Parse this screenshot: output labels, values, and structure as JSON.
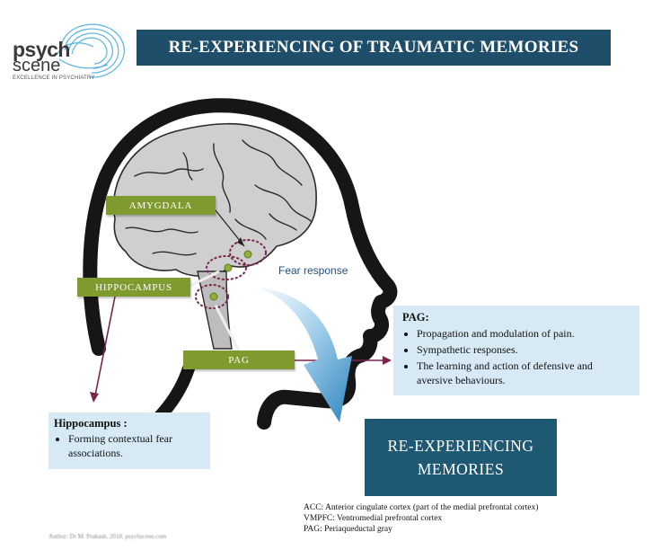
{
  "logo": {
    "line1": "psych",
    "line2": "scene",
    "tagline": "EXCELLENCE IN PSYCHIATRY"
  },
  "title": "RE-EXPERIENCING OF TRAUMATIC MEMORIES",
  "labels": {
    "amygdala": "AMYGDALA",
    "hippocampus": "HIPPOCAMPUS",
    "pag": "PAG",
    "fear_response": "Fear response"
  },
  "pag_box": {
    "heading": "PAG:",
    "items": [
      "Propagation and modulation of pain.",
      "Sympathetic responses.",
      "The learning and action of defensive and aversive behaviours."
    ]
  },
  "hippocampus_box": {
    "heading": "Hippocampus :",
    "items": [
      "Forming contextual fear associations."
    ]
  },
  "re_experiencing": {
    "line1": "RE-EXPERIENCING",
    "line2": "MEMORIES"
  },
  "abbreviations": [
    "ACC: Anterior cingulate cortex (part of the medial prefrontal cortex)",
    "VMPFC: Ventromedial prefrontal cortex",
    "PAG: Periaqueductal gray"
  ],
  "footer": "Author: Dr M. Prakash, 2018, psychscene.com",
  "colors": {
    "title_bg": "#1f4e6b",
    "tag_green": "#7f9a2e",
    "info_box": "#d6e9f4",
    "reexp_bg": "#1f5873",
    "arrow_maroon": "#7a2450",
    "fear_arrow": "#3d8fc4"
  }
}
